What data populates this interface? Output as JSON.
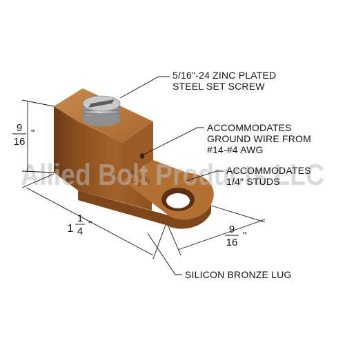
{
  "watermark": "Allied Bolt Products LLC",
  "callouts": {
    "set_screw_line1": "5/16\"-24 ZINC PLATED",
    "set_screw_line2": "STEEL SET SCREW",
    "ground_wire_line1": "ACCOMMODATES",
    "ground_wire_line2": "GROUND WIRE FROM",
    "ground_wire_line3": "#14-#4 AWG",
    "studs_line1": "ACCOMMODATES",
    "studs_line2": "1/4\" STUDS",
    "lug_material": "SILICON BRONZE LUG"
  },
  "dimensions": {
    "height": {
      "numerator": "9",
      "denominator": "16",
      "unit": "\""
    },
    "length": {
      "whole": "1",
      "numerator": "1",
      "denominator": "4",
      "unit": "\""
    },
    "width": {
      "numerator": "9",
      "denominator": "16",
      "unit": "\""
    }
  },
  "stamp": {
    "line1": "ABI 8701",
    "line2": "#14-4"
  },
  "colors": {
    "bronze_front": "#a4622a",
    "bronze_top": "#c07a3c",
    "bronze_side": "#7a4418",
    "screw": "#a9a9a9"
  }
}
